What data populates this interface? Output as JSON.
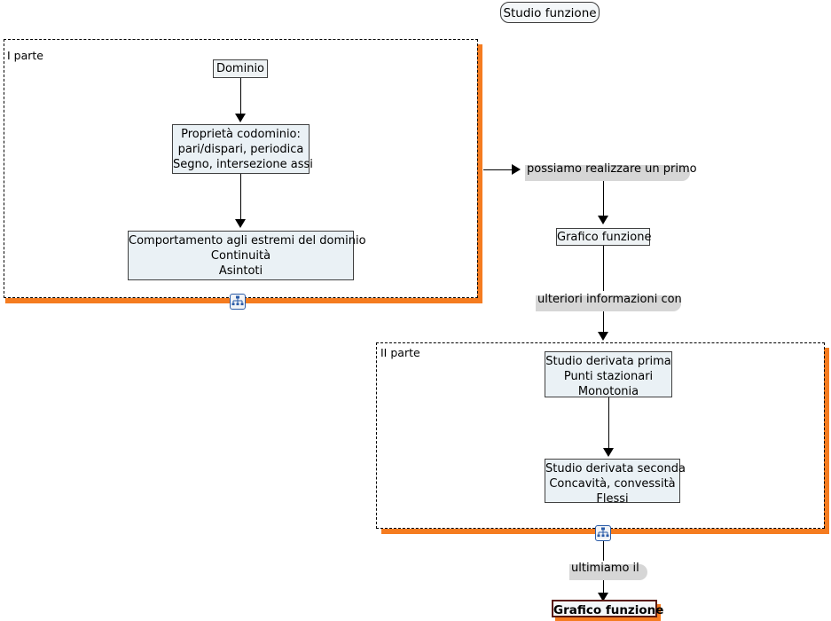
{
  "diagram": {
    "title": "Studio funzione",
    "title_label": "Studio funzione"
  },
  "parts": {
    "first": {
      "label": "I parte",
      "nodes": {
        "dominio": "Dominio",
        "proprieta": "Proprietà codominio:\npari/dispari, periodica\nSegno, intersezione assi",
        "comportamento": "Comportamento agli estremi del dominio\nContinuità\nAsintoti"
      },
      "subdiagram_icon": "hierarchy-tree-icon"
    },
    "second": {
      "label": "II parte",
      "nodes": {
        "derivata_prima": "Studio derivata prima\nPunti stazionari\nMonotonia",
        "derivata_seconda": "Studio derivata seconda\nConcavità, convessità\nFlessi"
      },
      "subdiagram_icon": "hierarchy-tree-icon"
    }
  },
  "flow": {
    "note_primo": "possiamo realizzare un primo",
    "grafico_funzione_1": "Grafico funzione",
    "note_ulteriori": "ulteriori informazioni con",
    "note_ultimiamo": "ultimiamo il",
    "grafico_funzione_final": "Grafico funzione"
  },
  "colors": {
    "accent_orange": "#f57c20",
    "box_fill": "#eaf1f5",
    "final_border": "#5a1a10",
    "note_shadow": "#d6d6d6",
    "icon_blue": "#2b5ca8",
    "line": "#000000"
  }
}
